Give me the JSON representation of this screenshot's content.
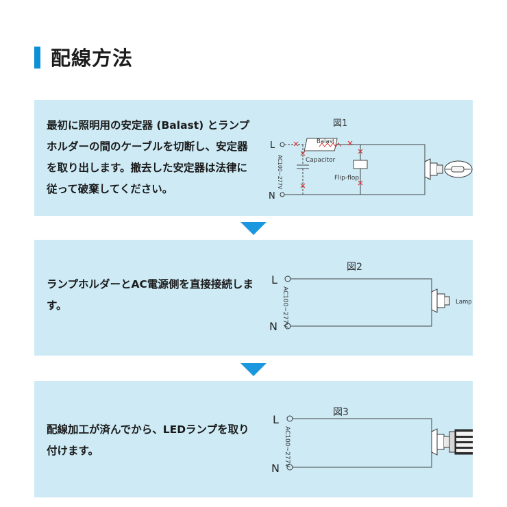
{
  "page": {
    "title": "配線方法",
    "accent_color": "#0a8fd8",
    "panel_color": "#cdeaf5",
    "arrow_color": "#1b97e0"
  },
  "steps": [
    {
      "text": "最初に照明用の安定器 (Balast) とランプホルダーの間のケーブルを切断し、安定器を取り出します。撤去した安定器は法律に従って破棄してください。",
      "figure": {
        "title": "図1",
        "line_label": "L",
        "neutral_label": "N",
        "voltage": "AC100~277V",
        "ballast_label": "Balast",
        "capacitor_label": "Capacitor",
        "flipflop_label": "Flip-flop"
      }
    },
    {
      "text": "ランプホルダーとAC電源側を直接接続します。",
      "figure": {
        "title": "図2",
        "line_label": "L",
        "neutral_label": "N",
        "voltage": "AC100~277V",
        "holder_label": "Lamp hoder"
      }
    },
    {
      "text": "配線加工が済んでから、LEDランプを取り付けます。",
      "figure": {
        "title": "図3",
        "line_label": "L",
        "neutral_label": "N",
        "voltage": "AC100~277V"
      }
    }
  ]
}
